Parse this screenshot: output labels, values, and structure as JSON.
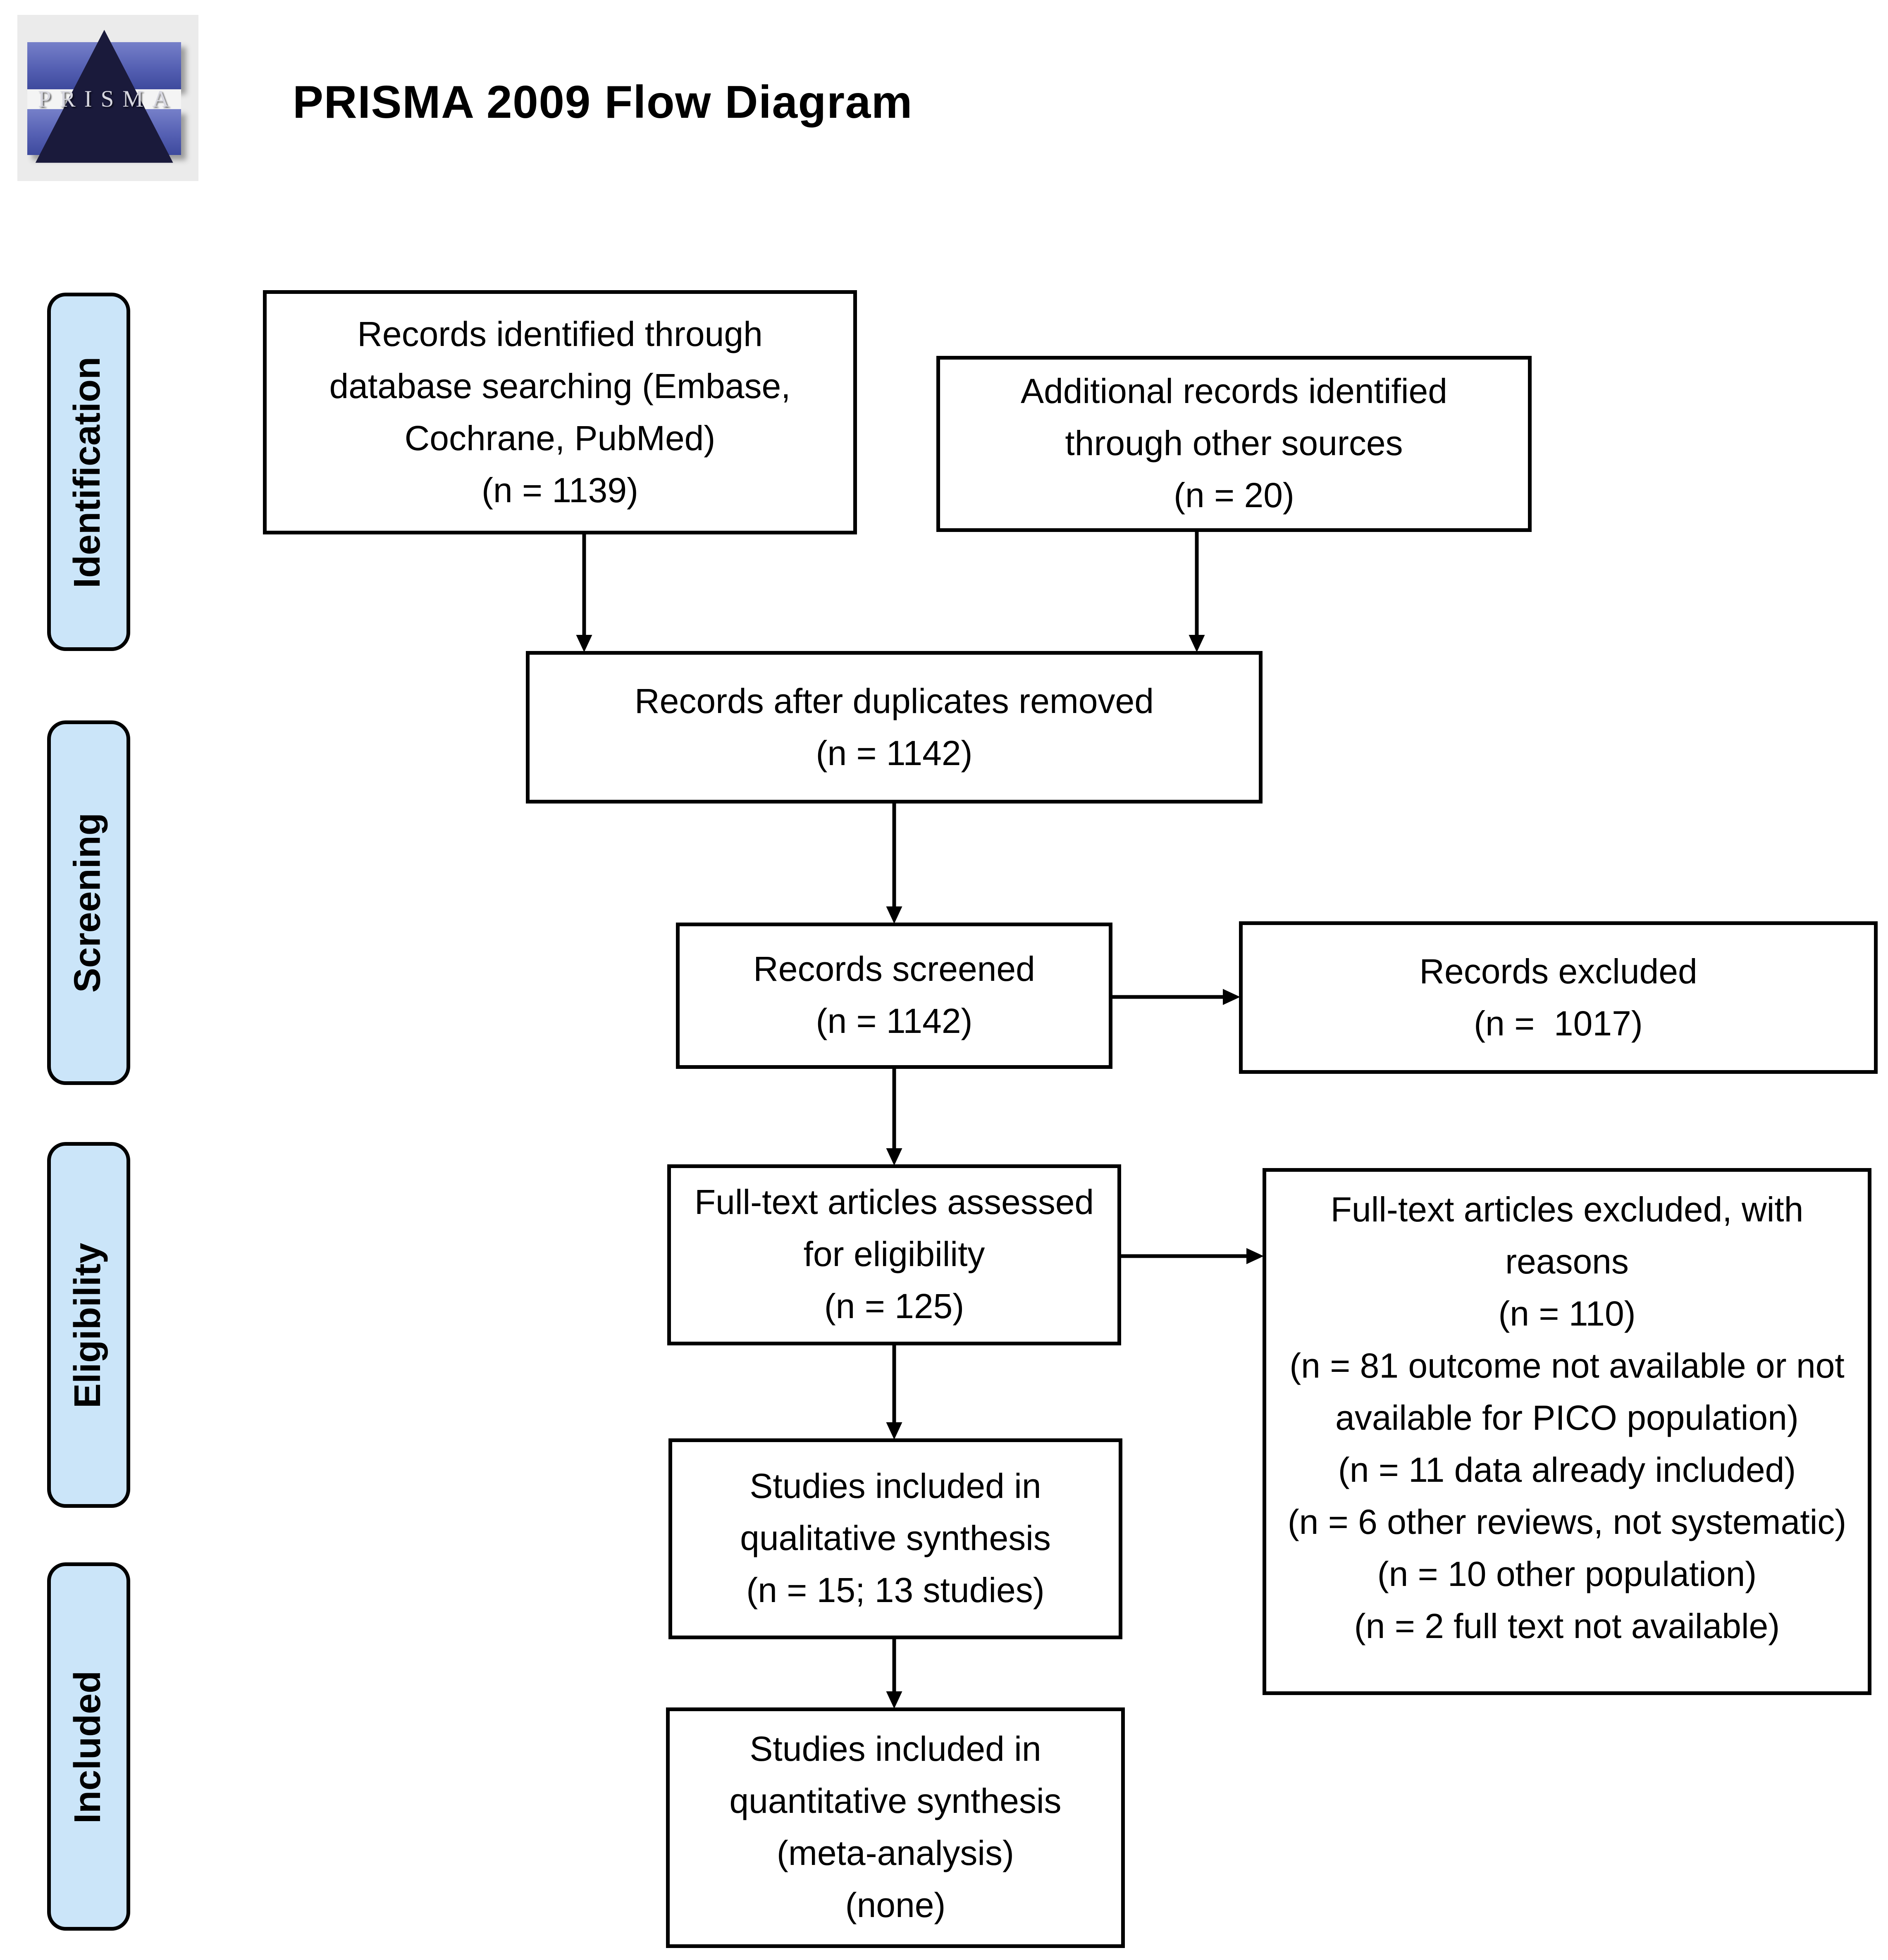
{
  "header": {
    "logo": {
      "label": "PRISMA",
      "background": "#ebebeb",
      "band_blue": "#5560b3",
      "triangle_navy": "#1a1a3b",
      "letter_color": "#d7d7e0"
    },
    "title": "PRISMA 2009 Flow Diagram"
  },
  "sidebar": {
    "fill_color": "#cbe5f9",
    "border_color": "#000000",
    "stages": [
      {
        "label": "Identification"
      },
      {
        "label": "Screening"
      },
      {
        "label": "Eligibility"
      },
      {
        "label": "Included"
      }
    ]
  },
  "flow": {
    "database_records": {
      "text": "Records identified through\ndatabase searching (Embase,\nCochrane, PubMed)\n(n = 1139)"
    },
    "additional_records": {
      "text": "Additional records identified\nthrough other sources\n(n = 20)"
    },
    "after_duplicates": {
      "text": "Records after duplicates removed\n(n = 1142)"
    },
    "screened": {
      "text": "Records screened\n(n = 1142)"
    },
    "records_excluded": {
      "text": "Records excluded\n(n =  1017)"
    },
    "fulltext_assessed": {
      "text": "Full-text articles assessed\nfor eligibility\n(n = 125)"
    },
    "fulltext_excluded": {
      "text": "Full-text articles excluded, with\nreasons\n(n = 110)\n(n = 81 outcome not available or not\navailable for PICO population)\n(n = 11 data already included)\n(n = 6 other reviews, not systematic)\n(n = 10 other population)\n(n = 2 full text not available)"
    },
    "qualitative": {
      "text": "Studies included in\nqualitative synthesis\n(n = 15; 13 studies)"
    },
    "quantitative": {
      "text": "Studies included in\nquantitative synthesis\n(meta-analysis)\n(none)"
    }
  }
}
